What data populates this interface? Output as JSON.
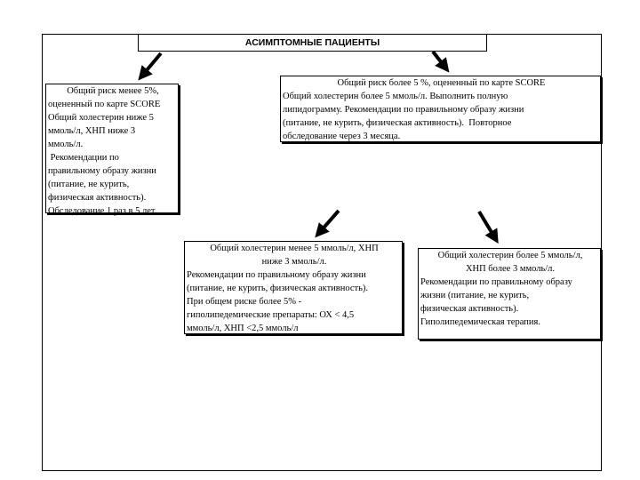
{
  "title": "АСИМПТОМНЫЕ ПАЦИЕНТЫ",
  "low_risk": {
    "lines": [
      "Общий риск менее 5%,",
      "оцененный по карте SCORE",
      "Общий холестерин ниже 5",
      "ммоль/л, ХНП ниже 3",
      "ммоль/л.",
      " Рекомендации по",
      "правильному образу жизни",
      "(питание, не курить,",
      "физическая активность).",
      "Обследование 1 раз в 5 лет."
    ]
  },
  "high_risk": {
    "lines": [
      "Общий риск более 5 %, оцененный по карте SCORE",
      "Общий холестерин более 5 ммоль/л. Выполнить полную",
      "липидограмму. Рекомендации по правильному образу жизни",
      "(питание, не курить, физическая активность).  Повторное",
      "обследование через 3 месяца."
    ]
  },
  "cholesterol_low": {
    "lines": [
      "Общий холестерин менее 5 ммоль/л, ХНП",
      "ниже 3 ммоль/л.",
      "Рекомендации по правильному образу жизни",
      "(питание, не курить, физическая активность).",
      "При общем риске более 5% -",
      "гиполипедемические препараты: ОХ < 4,5",
      "ммоль/л, ХНП <2,5 ммоль/л"
    ]
  },
  "cholesterol_high": {
    "lines": [
      "Общий холестерин более 5 ммоль/л,",
      "ХНП более 3 ммоль/л.",
      "Рекомендации по правильному образу",
      "жизни (питание, не курить,",
      "физическая активность).",
      "Гиполипедемическая терапия."
    ]
  },
  "colors": {
    "line": "#000000",
    "background": "#ffffff"
  }
}
